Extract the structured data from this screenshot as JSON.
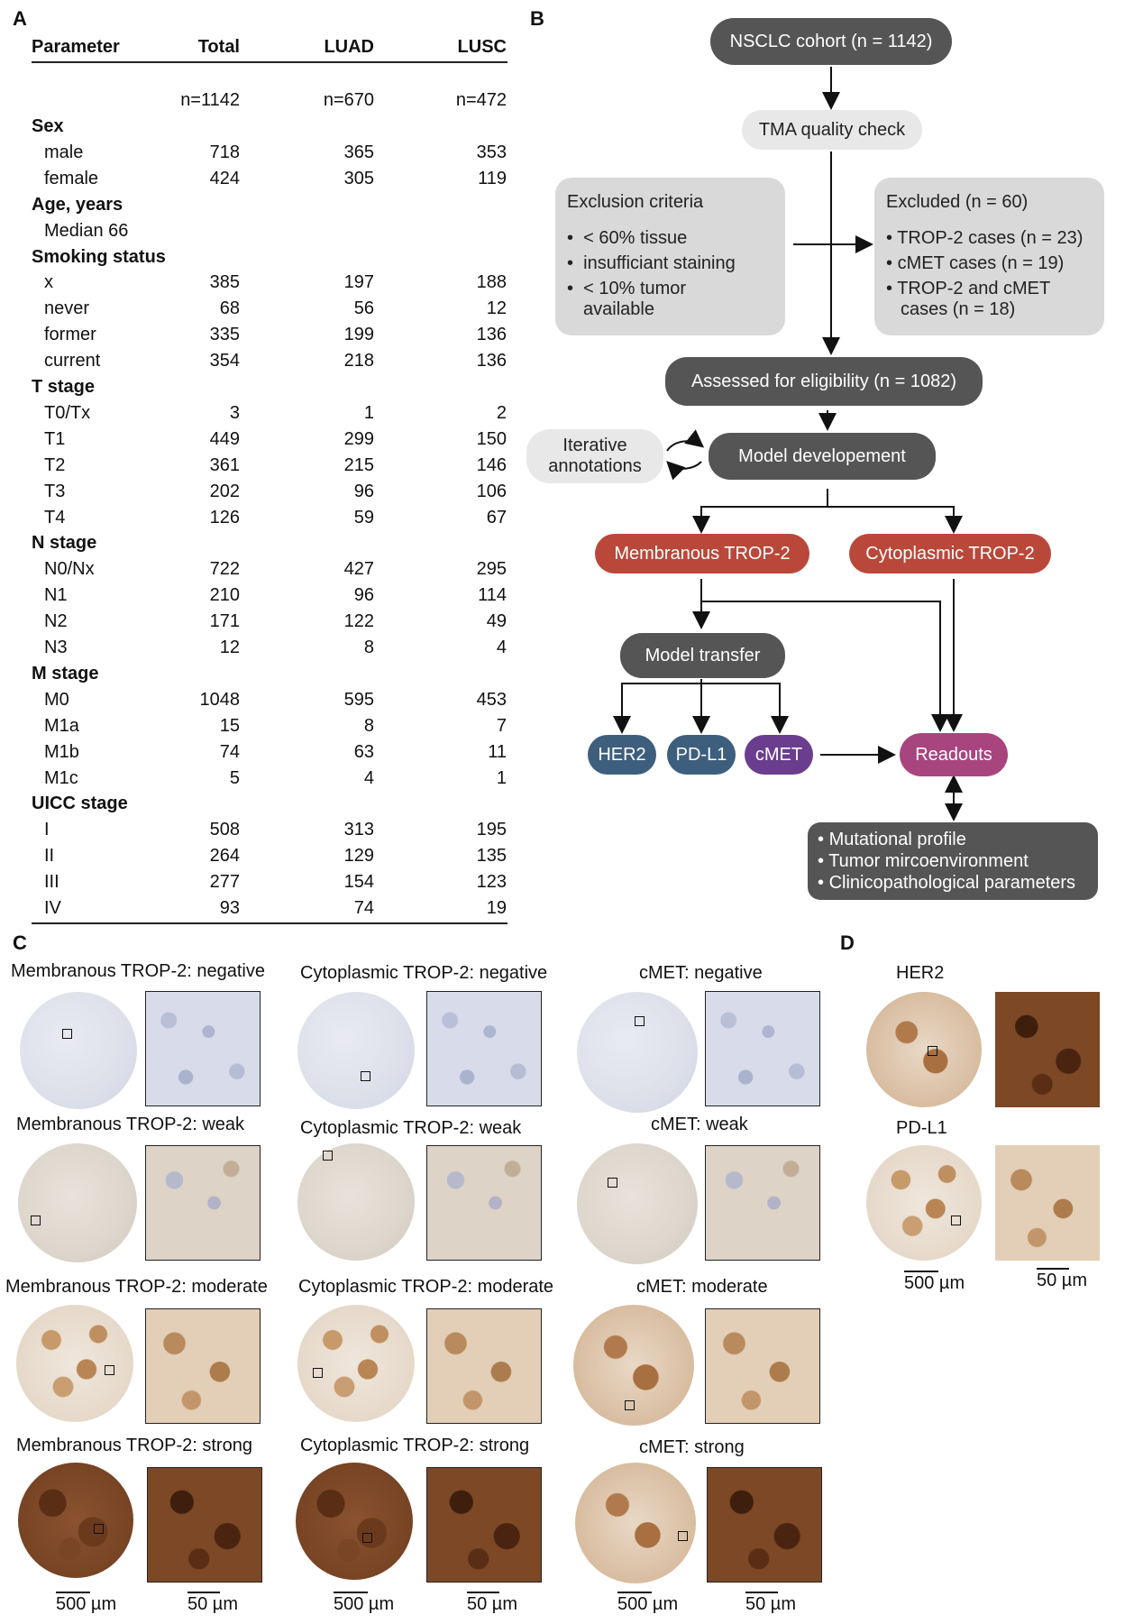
{
  "panels": {
    "a": "A",
    "b": "B",
    "c": "C",
    "d": "D"
  },
  "table": {
    "headers": [
      "Parameter",
      "Total",
      "LUAD",
      "LUSC"
    ],
    "counts": {
      "total": "n=1142",
      "luad": "n=670",
      "lusc": "n=472"
    },
    "rows": [
      {
        "label": "Sex",
        "category": true
      },
      {
        "label": "male",
        "total": "718",
        "luad": "365",
        "lusc": "353"
      },
      {
        "label": "female",
        "total": "424",
        "luad": "305",
        "lusc": "119"
      },
      {
        "label": "Age, years",
        "category": true
      },
      {
        "label": "Median 66"
      },
      {
        "label": "Smoking status",
        "category": true
      },
      {
        "label": "x",
        "total": "385",
        "luad": "197",
        "lusc": "188"
      },
      {
        "label": "never",
        "total": "68",
        "luad": "56",
        "lusc": "12"
      },
      {
        "label": "former",
        "total": "335",
        "luad": "199",
        "lusc": "136"
      },
      {
        "label": "current",
        "total": "354",
        "luad": "218",
        "lusc": "136"
      },
      {
        "label": "T stage",
        "category": true
      },
      {
        "label": "T0/Tx",
        "total": "3",
        "luad": "1",
        "lusc": "2"
      },
      {
        "label": "T1",
        "total": "449",
        "luad": "299",
        "lusc": "150"
      },
      {
        "label": "T2",
        "total": "361",
        "luad": "215",
        "lusc": "146"
      },
      {
        "label": "T3",
        "total": "202",
        "luad": "96",
        "lusc": "106"
      },
      {
        "label": "T4",
        "total": "126",
        "luad": "59",
        "lusc": "67"
      },
      {
        "label": "N stage",
        "category": true
      },
      {
        "label": "N0/Nx",
        "total": "722",
        "luad": "427",
        "lusc": "295"
      },
      {
        "label": "N1",
        "total": "210",
        "luad": "96",
        "lusc": "114"
      },
      {
        "label": "N2",
        "total": "171",
        "luad": "122",
        "lusc": "49"
      },
      {
        "label": "N3",
        "total": "12",
        "luad": "8",
        "lusc": "4"
      },
      {
        "label": "M stage",
        "category": true
      },
      {
        "label": "M0",
        "total": "1048",
        "luad": "595",
        "lusc": "453"
      },
      {
        "label": "M1a",
        "total": "15",
        "luad": "8",
        "lusc": "7"
      },
      {
        "label": "M1b",
        "total": "74",
        "luad": "63",
        "lusc": "11"
      },
      {
        "label": "M1c",
        "total": "5",
        "luad": "4",
        "lusc": "1"
      },
      {
        "label": "UICC stage",
        "category": true
      },
      {
        "label": "I",
        "total": "508",
        "luad": "313",
        "lusc": "195"
      },
      {
        "label": "II",
        "total": "264",
        "luad": "129",
        "lusc": "135"
      },
      {
        "label": "III",
        "total": "277",
        "luad": "154",
        "lusc": "123"
      },
      {
        "label": "IV",
        "total": "93",
        "luad": "74",
        "lusc": "19"
      }
    ]
  },
  "flow": {
    "cohort": "NSCLC cohort (n = 1142)",
    "qc": "TMA quality check",
    "exclusion_title": "Exclusion criteria",
    "exclusion_items": [
      "< 60% tissue",
      "insufficiant staining",
      "< 10% tumor",
      "available"
    ],
    "excluded_title": "Excluded (n = 60)",
    "excluded_items": [
      "TROP-2 cases (n = 23)",
      "cMET cases (n = 19)",
      "TROP-2 and cMET",
      "cases (n = 18)"
    ],
    "eligible": "Assessed for eligibility (n = 1082)",
    "iterative": [
      "Iterative",
      "annotations"
    ],
    "model_dev": "Model developement",
    "membranous": "Membranous TROP-2",
    "cytoplasmic": "Cytoplasmic TROP-2",
    "model_transfer": "Model transfer",
    "her2": "HER2",
    "pdl1": "PD-L1",
    "cmet": "cMET",
    "readouts": "Readouts",
    "readout_items": [
      "Mutational profile",
      "Tumor mircoenvironment",
      "Clinicopathological parameters"
    ],
    "colors": {
      "dark": "#555555",
      "red": "#b9483a",
      "blue": "#3d5f7d",
      "purple": "#6b3d8e",
      "magenta": "#a8457f"
    }
  },
  "ihc": {
    "membranous": [
      "Membranous TROP-2: negative",
      "Membranous TROP-2: weak",
      "Membranous TROP-2: moderate",
      "Membranous TROP-2: strong"
    ],
    "cytoplasmic": [
      "Cytoplasmic TROP-2: negative",
      "Cytoplasmic TROP-2: weak",
      "Cytoplasmic TROP-2: moderate",
      "Cytoplasmic TROP-2: strong"
    ],
    "cmet": [
      "cMET: negative",
      "cMET: weak",
      "cMET: moderate",
      "cMET: strong"
    ],
    "d_labels": [
      "HER2",
      "PD-L1"
    ],
    "scale_500": "500 µm",
    "scale_50": "50 µm"
  }
}
